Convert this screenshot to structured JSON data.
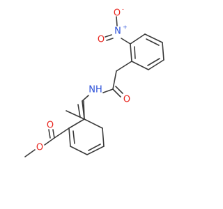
{
  "molecule": {
    "colors": {
      "bond": "#3a3a3a",
      "oxygen": "#e8261f",
      "nitrogen": "#2a4fd8",
      "carbon": "#3a3a3a"
    },
    "atoms": {
      "nitro_n": {
        "symbol": "N",
        "charge": "+",
        "element": "nitrogen"
      },
      "nitro_o_top": {
        "symbol": "O",
        "charge": "-",
        "element": "oxygen"
      },
      "nitro_o_side": {
        "symbol": "O",
        "element": "oxygen"
      },
      "amide_o": {
        "symbol": "O",
        "element": "oxygen"
      },
      "amide_nh": {
        "symbol": "NH",
        "element": "nitrogen"
      },
      "ester_o_carbonyl": {
        "symbol": "O",
        "element": "oxygen"
      },
      "ester_o_single": {
        "symbol": "O",
        "element": "oxygen"
      }
    }
  }
}
